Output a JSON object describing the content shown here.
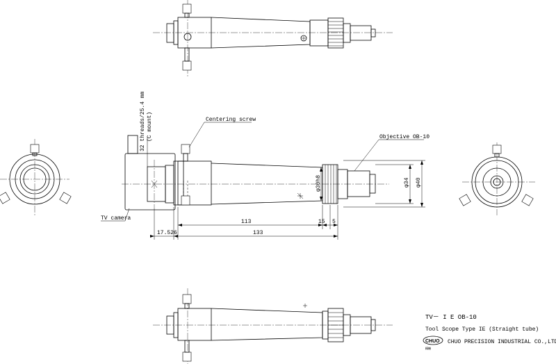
{
  "drawing": {
    "model": "TV－ I E  OB-10",
    "description": "Tool Scope Type IE (Straight tube)",
    "company": "CHUO PRECISION INDUSTRIAL CO.,LTD.",
    "logo_text": "CHUO",
    "logo_sub": "精機"
  },
  "labels": {
    "centering_screw": "Centering screw",
    "objective": "Objective OB-10",
    "tv_camera": "TV camera",
    "c_mount": "32 threads/25.4 mm",
    "c_mount_2": "(C mount)"
  },
  "dimensions": {
    "d113": "113",
    "d15": "15",
    "d5": "5",
    "d17": "17.526",
    "d133": "133",
    "dia30": "φ30h8",
    "dia34": "φ34",
    "dia40": "φ40"
  }
}
